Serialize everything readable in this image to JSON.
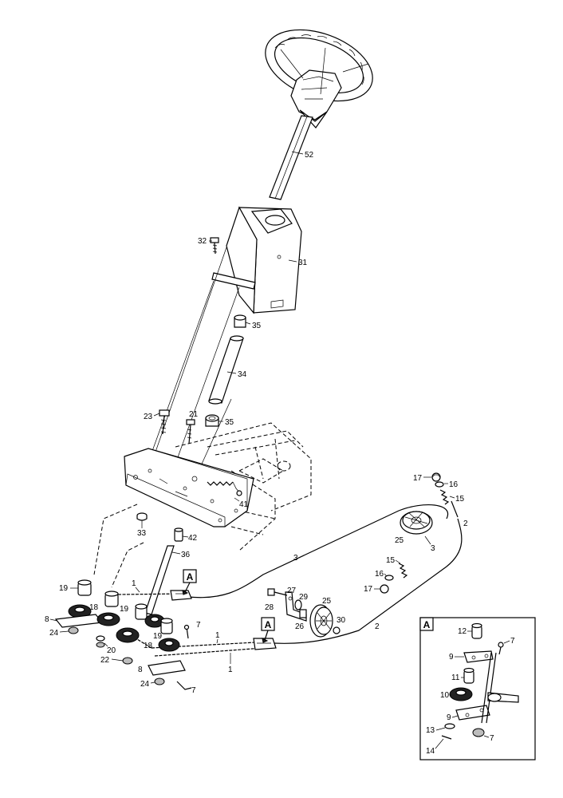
{
  "callout_letter": "A",
  "labels": {
    "l52": "52",
    "l32": "32",
    "l31": "31",
    "l35a": "35",
    "l34": "34",
    "l35b": "35",
    "l23": "23",
    "l21": "21",
    "l41": "41",
    "l33": "33",
    "l42": "42",
    "l36": "36",
    "l17a": "17",
    "l16a": "16",
    "l15a": "15",
    "l2a": "2",
    "l25a": "25",
    "l3a": "3",
    "l3b": "3",
    "l15b": "15",
    "l16b": "16",
    "l17b": "17",
    "l27": "27",
    "l28": "28",
    "l29": "29",
    "l25b": "25",
    "l26": "26",
    "l30": "30",
    "l2b": "2",
    "l1a": "1",
    "l19a": "19",
    "l18a": "18",
    "l19b": "19",
    "l8a": "8",
    "l24a": "24",
    "l18b": "18",
    "l19c": "19",
    "l7a": "7",
    "l1b": "1",
    "l1c": "1",
    "l20": "20",
    "l22": "22",
    "l8b": "8",
    "l24b": "24",
    "l7b": "7",
    "d12": "12",
    "d7a": "7",
    "d9a": "9",
    "d11": "11",
    "d10": "10",
    "d9b": "9",
    "d13": "13",
    "d7b": "7",
    "d14": "14"
  }
}
